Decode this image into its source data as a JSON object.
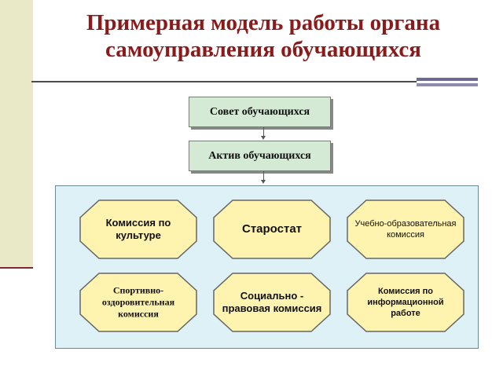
{
  "slide": {
    "title_line1": "Примерная модель работы органа",
    "title_line2": "самоуправления обучающихся"
  },
  "diagram": {
    "council": "Совет обучающихся",
    "activists": "Актив обучающихся",
    "commissions": [
      {
        "label": "Комиссия по культуре"
      },
      {
        "label": "Старостат"
      },
      {
        "label": "Учебно-образовательная комиссия"
      },
      {
        "label": "Спортивно-оздоровительная комиссия"
      },
      {
        "label": "Социально - правовая комиссия"
      },
      {
        "label": "Комиссия по информационной работе"
      }
    ]
  },
  "colors": {
    "title": "#8b1a1a",
    "box_fill": "#d5ead5",
    "panel_fill": "#ddf1f7",
    "octagon_fill": "#fff3b0"
  }
}
